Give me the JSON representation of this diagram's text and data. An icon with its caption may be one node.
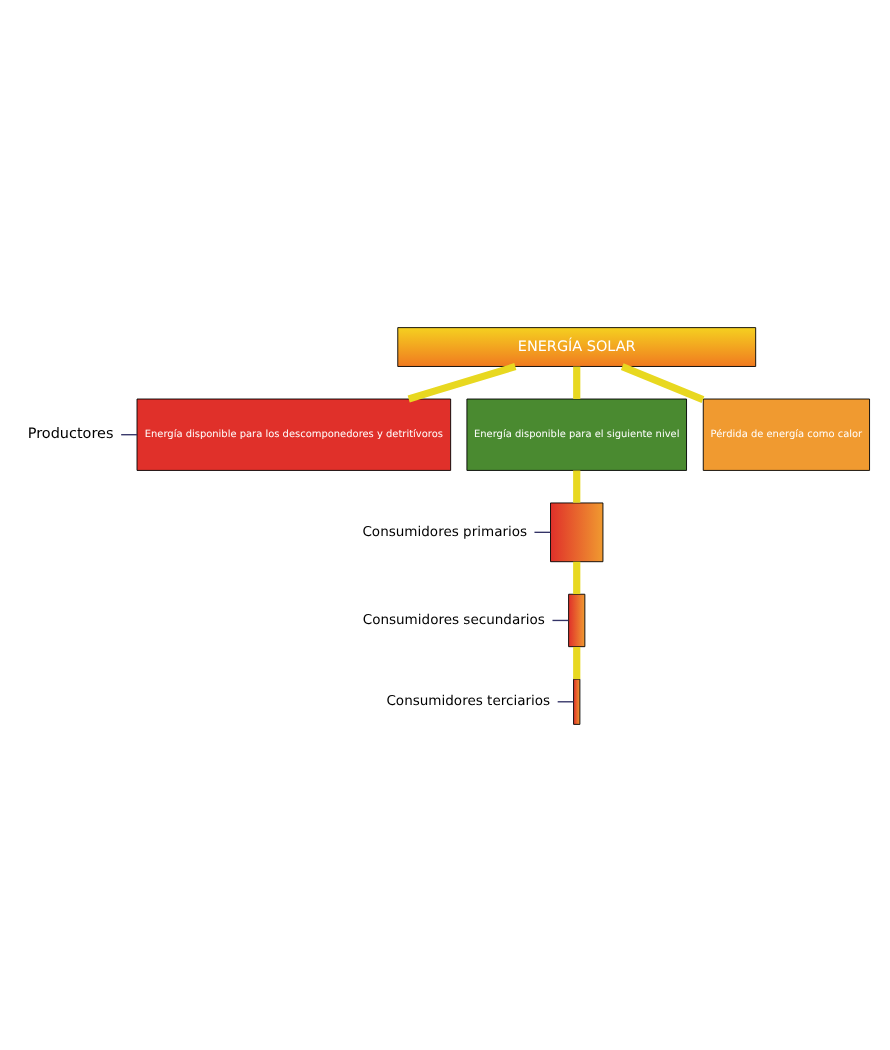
{
  "diagram": {
    "nodes": [
      {
        "text": [
          "ENERGÍA SOLAR"
        ]
      },
      {
        "text": [
          "Energía disponible para los descomponedores y detritívoros"
        ]
      },
      {
        "text": [
          "Energía disponible para el siguiente nivel"
        ]
      },
      {
        "text": [
          "Pérdida de energía como calor"
        ]
      },
      {
        "text": [
          "Productores"
        ]
      },
      {
        "text": [
          "Consumidores primarios"
        ]
      },
      {
        "text": [],
        "shape": "bar"
      },
      {
        "text": [
          "Consumidores secundarios"
        ]
      },
      {
        "text": [],
        "shape": "bar"
      },
      {
        "text": [
          "Consumidores terciarios"
        ]
      },
      {
        "text": [],
        "shape": "bar"
      }
    ],
    "edges": [
      {
        "from": 0,
        "to": 1,
        "arrow": "none"
      },
      {
        "from": 0,
        "to": 2,
        "arrow": "none"
      },
      {
        "from": 0,
        "to": 3,
        "arrow": "none"
      },
      {
        "from": 2,
        "to": 6,
        "arrow": "none"
      },
      {
        "from": 6,
        "to": 8,
        "arrow": "none"
      },
      {
        "from": 8,
        "to": 10,
        "arrow": "none"
      },
      {
        "from": 4,
        "to": 1,
        "arrow": "none",
        "color": "#333366"
      },
      {
        "from": 5,
        "to": 6,
        "arrow": "none",
        "color": "#333366"
      },
      {
        "from": 7,
        "to": 8,
        "arrow": "none",
        "color": "#333366"
      },
      {
        "from": 9,
        "to": 10,
        "arrow": "none",
        "color": "#333366"
      }
    ]
  }
}
